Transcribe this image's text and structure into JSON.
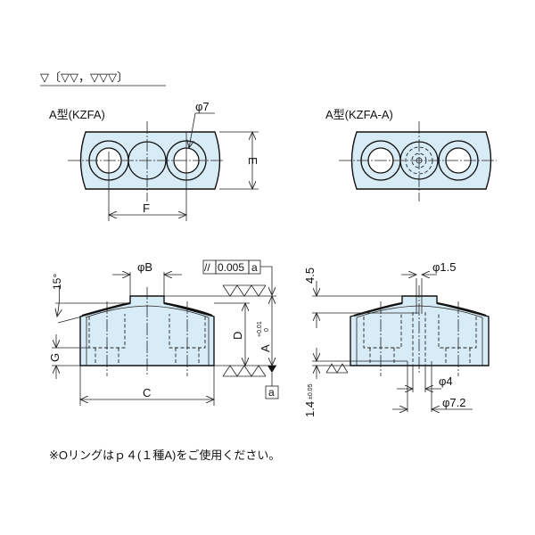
{
  "surface_symbols": "▽〔▽▽，▽▽▽〕",
  "views": {
    "a_type": {
      "title": "A型(KZFA)",
      "phi_hole": "φ7",
      "dim_e": "E",
      "dim_f": "F"
    },
    "a_type_a": {
      "title": "A型(KZFA-A)"
    }
  },
  "side_left": {
    "phi_b": "φB",
    "angle": "15°",
    "dim_c": "C",
    "dim_d": "D",
    "dim_g": "G",
    "dim_a": "A",
    "tol_a_upper": "+0.01",
    "tol_a_lower": "0",
    "tolerance_frame": {
      "symbol": "//",
      "value": "0.005",
      "datum": "a"
    },
    "datum_label": "a"
  },
  "side_right": {
    "phi_15": "φ1.5",
    "dim_45": "4.5",
    "phi_4": "φ4",
    "phi_72": "φ7.2",
    "dim_14": "1.4",
    "tol_14": "±0.05"
  },
  "note": "※Oリングはｐ４(１種A)をご使用ください。",
  "colors": {
    "fill": "#d8ecf7",
    "line": "#111111"
  }
}
